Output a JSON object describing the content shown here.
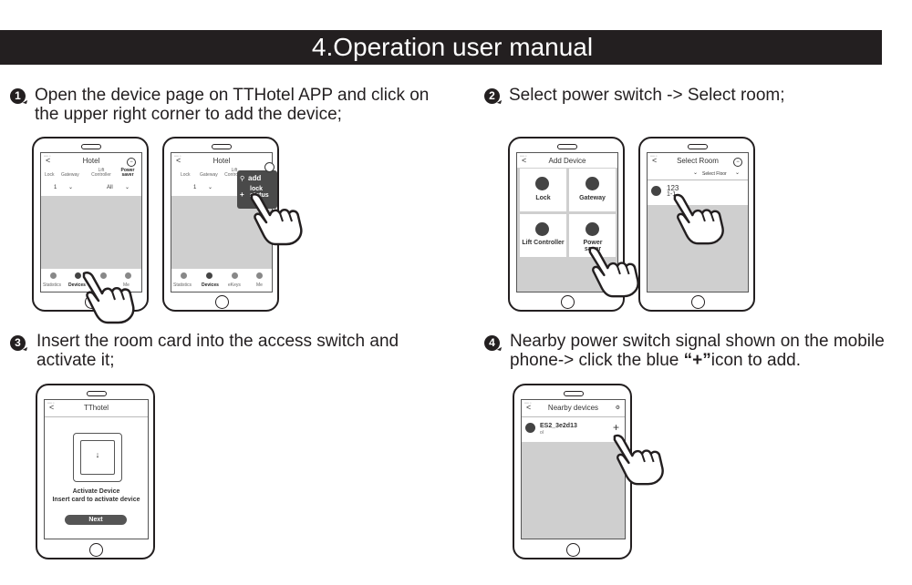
{
  "title": "4.Operation user manual",
  "steps": [
    {
      "num": "1",
      "text": "Open the device page on TTHotel APP and click on the upper right corner to add the device;"
    },
    {
      "num": "2",
      "text": "Select power switch -> Select room;"
    },
    {
      "num": "3",
      "text": "Insert the room card into the access switch and activate it;"
    },
    {
      "num": "4",
      "text_before": "Nearby power switch signal shown on the mobile phone-> click the blue ",
      "quote": "“+”",
      "text_after": "icon to add."
    }
  ],
  "phone_hotel": {
    "title": "Hotel",
    "back": "<",
    "tabs": [
      "Lock",
      "Gateway",
      "Lift Controller",
      "Power saver"
    ],
    "filter_floor": "1",
    "filter_all": "All",
    "nav": [
      "Statistics",
      "Devices",
      "eKeys",
      "Me"
    ],
    "menu_add": "add",
    "menu_lock": "lock status"
  },
  "phone_add_device": {
    "title": "Add Device",
    "items": [
      "Lock",
      "Gateway",
      "Lift Controller",
      "Power saver"
    ]
  },
  "phone_select_room": {
    "title": "Select Room",
    "floor_label": "Select Floor",
    "room_number": "123",
    "room_sub": "1-1"
  },
  "phone_tthotel": {
    "title": "TThotel",
    "activate_title": "Activate Device",
    "activate_sub": "Insert card to activate device",
    "next_button": "Next"
  },
  "phone_nearby": {
    "title": "Nearby devices",
    "device_name": "ES2_3e2d13",
    "device_sub": "ol",
    "add_icon": "+"
  },
  "colors": {
    "banner": "#231f20",
    "screen_grey": "#cfcfcf"
  }
}
